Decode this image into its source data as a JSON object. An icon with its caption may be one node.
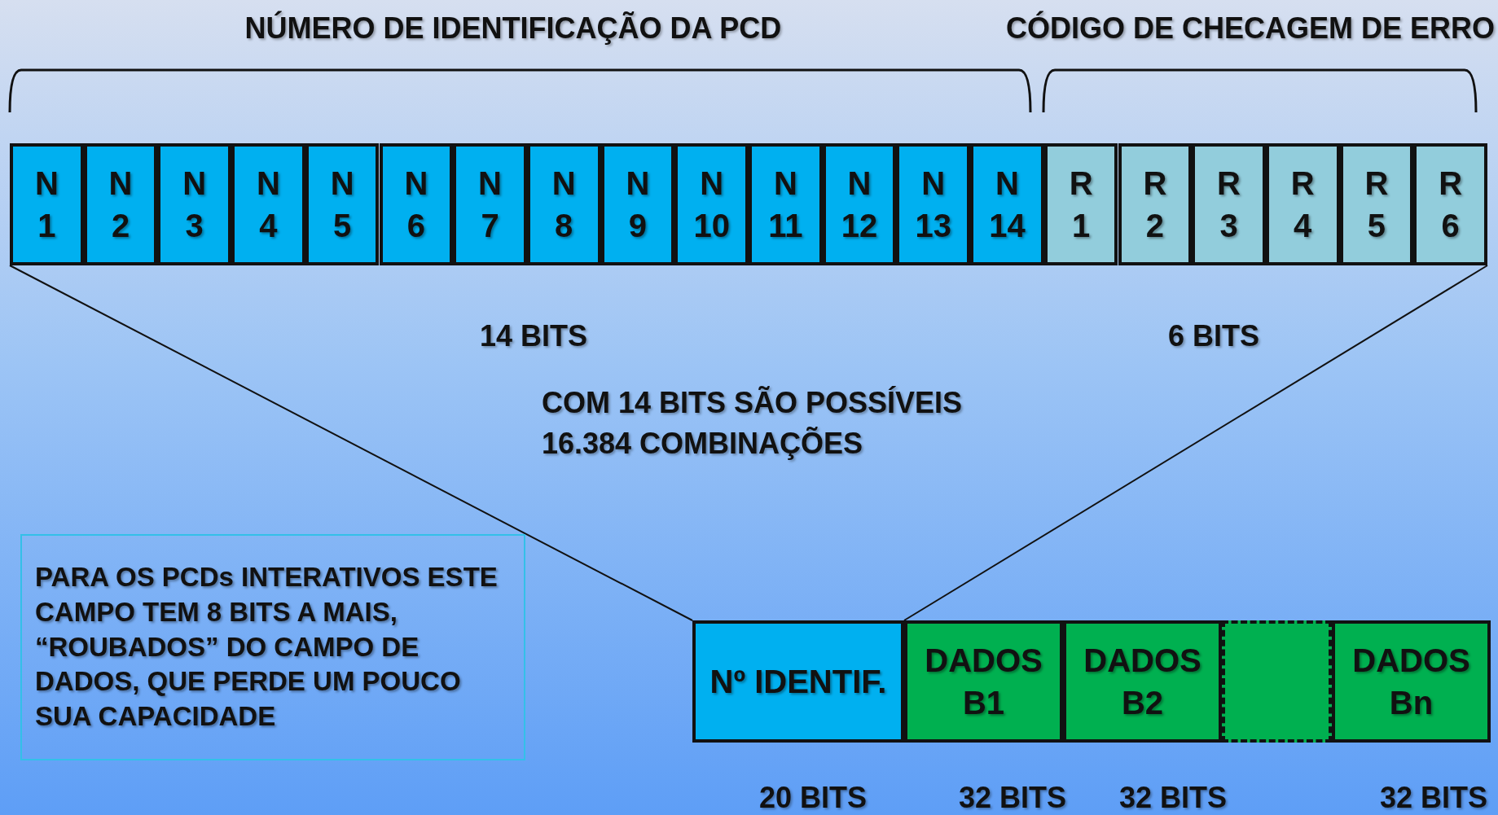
{
  "diagram": {
    "nodes": [
      {
        "text": [
          "N 1"
        ]
      },
      {
        "text": [
          "N 2"
        ]
      },
      {
        "text": [
          "N 3"
        ]
      },
      {
        "text": [
          "N 4"
        ]
      },
      {
        "text": [
          "N 5"
        ]
      },
      {
        "text": [
          "N 6"
        ]
      },
      {
        "text": [
          "N 7"
        ]
      },
      {
        "text": [
          "N 8"
        ]
      },
      {
        "text": [
          "N 9"
        ]
      },
      {
        "text": [
          "N 10"
        ]
      },
      {
        "text": [
          "N 11"
        ]
      },
      {
        "text": [
          "N 12"
        ]
      },
      {
        "text": [
          "N 13"
        ]
      },
      {
        "text": [
          "N 14"
        ]
      },
      {
        "text": [
          "R 1"
        ]
      },
      {
        "text": [
          "R 2"
        ]
      },
      {
        "text": [
          "R 3"
        ]
      },
      {
        "text": [
          "R 4"
        ]
      },
      {
        "text": [
          "R 5"
        ]
      },
      {
        "text": [
          "R 6"
        ]
      },
      {
        "text": [
          "Nº IDENTIF."
        ]
      },
      {
        "text": [
          "DADOS B1"
        ]
      },
      {
        "text": [
          "DADOS B2"
        ]
      },
      {
        "text": [],
        "shape": "box"
      },
      {
        "text": [
          "DADOS Bn"
        ]
      },
      {
        "text": [
          "PARA OS PCDs INTERATIVOS ESTE CAMPO TEM 8 BITS A MAIS, “ROUBADOS” DO CAMPO DE DADOS, QUE PERDE UM POUCO SUA CAPACIDADE"
        ]
      }
    ],
    "edges": [
      {
        "from": 0,
        "to": 20,
        "arrow": "none"
      },
      {
        "from": 19,
        "to": 20,
        "arrow": "none"
      }
    ],
    "labels": [
      "NÚMERO DE IDENTIFICAÇÃO DA PCD",
      "CÓDIGO DE CHECAGEM DE ERRO",
      "14 BITS",
      "6 BITS",
      "COM 14 BITS SÃO POSSÍVEIS 16.384 COMBINAÇÕES",
      "20 BITS",
      "32 BITS",
      "32 BITS",
      "32 BITS"
    ]
  }
}
